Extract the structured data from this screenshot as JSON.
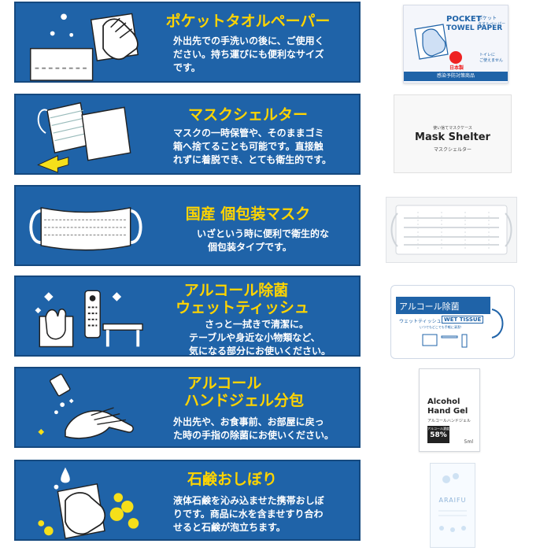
{
  "items": [
    {
      "title_lines": [
        "ポケットタオルペーパー"
      ],
      "desc_lines": [
        "外出先での手洗いの後に、ご使用く",
        "ださい。持ち運びにも便利なサイズ",
        "です。"
      ],
      "product": {
        "lines": [
          "POCKET",
          "TOWEL PAPER",
          "ポケット",
          "タオルペーパー",
          "日本製",
          "トイレに",
          "ご使えません",
          "感染予防対策商品"
        ]
      }
    },
    {
      "title_lines": [
        "マスクシェルター"
      ],
      "desc_lines": [
        "マスクの一時保管や、そのままゴミ",
        "箱へ捨てることも可能です。直接触",
        "れずに着脱でき、とても衛生的です。"
      ],
      "product": {
        "lines": [
          "使い捨てマスクケース",
          "Mask Shelter",
          "マスクシェルター"
        ]
      }
    },
    {
      "title_lines": [
        "国産 個包装マスク"
      ],
      "desc_lines": [
        "いざという時に便利で衛生的な",
        "個包装タイプです。"
      ],
      "product": {
        "lines": []
      }
    },
    {
      "title_lines": [
        "アルコール除菌",
        "ウェットティッシュ"
      ],
      "desc_lines": [
        "さっと一拭きで清潔に。",
        "テーブルや身近な小物類など、",
        "気になる部分にお使いください。"
      ],
      "product": {
        "lines": [
          "アルコール除菌",
          "ウェットティッシュ",
          "WET TISSUE",
          "いつでもどこでも手軽に清潔！"
        ]
      }
    },
    {
      "title_lines": [
        "アルコール",
        "ハンドジェル分包"
      ],
      "desc_lines": [
        "外出先や、お食事前、お部屋に戻っ",
        "た時の手指の除菌にお使いください。"
      ],
      "product": {
        "lines": [
          "Alcohol",
          "Hand Gel",
          "アルコールハンドジェル",
          "アルコール濃度",
          "58%",
          "5ml"
        ]
      }
    },
    {
      "title_lines": [
        "石鹸おしぼり"
      ],
      "desc_lines": [
        "液体石鹸を沁み込ませた携帯おしぼ",
        "りです。商品に水を含ませすり合わ",
        "せると石鹸が泡立ちます。"
      ],
      "product": {
        "lines": [
          "ARAIFU"
        ]
      }
    }
  ],
  "colors": {
    "panel_bg": "#1f63a8",
    "title": "#ffd400",
    "desc": "#ffffff",
    "accent_yellow": "#f5df1a"
  },
  "icons": [
    "hand-wiping-tissue-icon",
    "mask-into-envelope-icon",
    "face-mask-icon",
    "wipe-table-remote-icon",
    "gel-sachet-hands-icon",
    "hands-wet-towel-icon"
  ]
}
